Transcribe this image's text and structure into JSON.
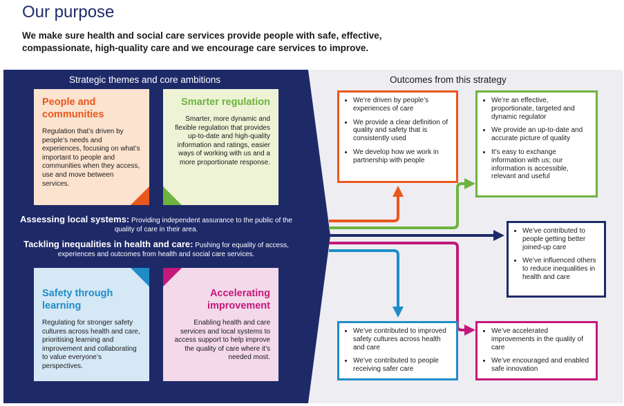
{
  "page": {
    "title": "Our purpose",
    "intro": "We make sure health and social care services provide people with safe, effective, compassionate, high-quality care and we encourage care services to improve."
  },
  "left_panel": {
    "heading": "Strategic themes and core ambitions",
    "themes": [
      {
        "title": "People and communities",
        "body": "Regulation that’s driven by people’s needs and experiences, focusing on what’s important to people and communities when they access, use and move between services.",
        "color": "#e8571c"
      },
      {
        "title": "Smarter regulation",
        "body": "Smarter, more dynamic and flexible regulation that provides up-to-date and high-quality information and ratings, easier ways of working with us and a more proportionate response.",
        "color": "#6db33f"
      },
      {
        "title": "Safety through learning",
        "body": "Regulating for stronger safety cultures across health and care, prioritising learning and improvement and collaborating to value everyone’s perspectives.",
        "color": "#1f8cc8"
      },
      {
        "title": "Accelerating improvement",
        "body": "Enabling health and care services and local systems to access support to help improve the quality of care where it’s needed most.",
        "color": "#c4187a"
      }
    ],
    "system_items": [
      {
        "label": "Assessing local systems:",
        "text": "Providing independent assurance to the public of the quality of care in their area."
      },
      {
        "label": "Tackling inequalities in health and care:",
        "text": "Pushing for equality of access, experiences and outcomes from health and social care services."
      }
    ]
  },
  "right_panel": {
    "heading": "Outcomes from this strategy",
    "outcomes": [
      {
        "color": "#e8571c",
        "items": [
          "We’re driven by people’s experiences of care",
          "We provide a clear definition of quality and safety that is consistently used",
          "We develop how we work in partnership with people"
        ]
      },
      {
        "color": "#6db33f",
        "items": [
          "We’re an effective, proportionate, targeted and dynamic regulator",
          "We provide an up-to-date and accurate picture of quality",
          "It’s easy to exchange information with us; our information is accessible, relevant and useful"
        ]
      },
      {
        "color": "#1e2a68",
        "items": [
          "We’ve contributed to people getting better joined-up care",
          "We’ve influenced others to reduce inequalities in health and care"
        ]
      },
      {
        "color": "#1f8cc8",
        "items": [
          "We’ve contributed to improved safety cultures across health and care",
          "We’ve contributed to people receiving safer care"
        ]
      },
      {
        "color": "#c4187a",
        "items": [
          "We’ve accelerated improvements in the quality of care",
          "We’ve encouraged and enabled safe innovation"
        ]
      }
    ]
  },
  "colors": {
    "navy": "#1e2a68",
    "title": "#1f2a6b",
    "orange": "#e8571c",
    "green": "#6db33f",
    "blue": "#1f8cc8",
    "magenta": "#c4187a",
    "panel_gray": "#eeedf2"
  }
}
